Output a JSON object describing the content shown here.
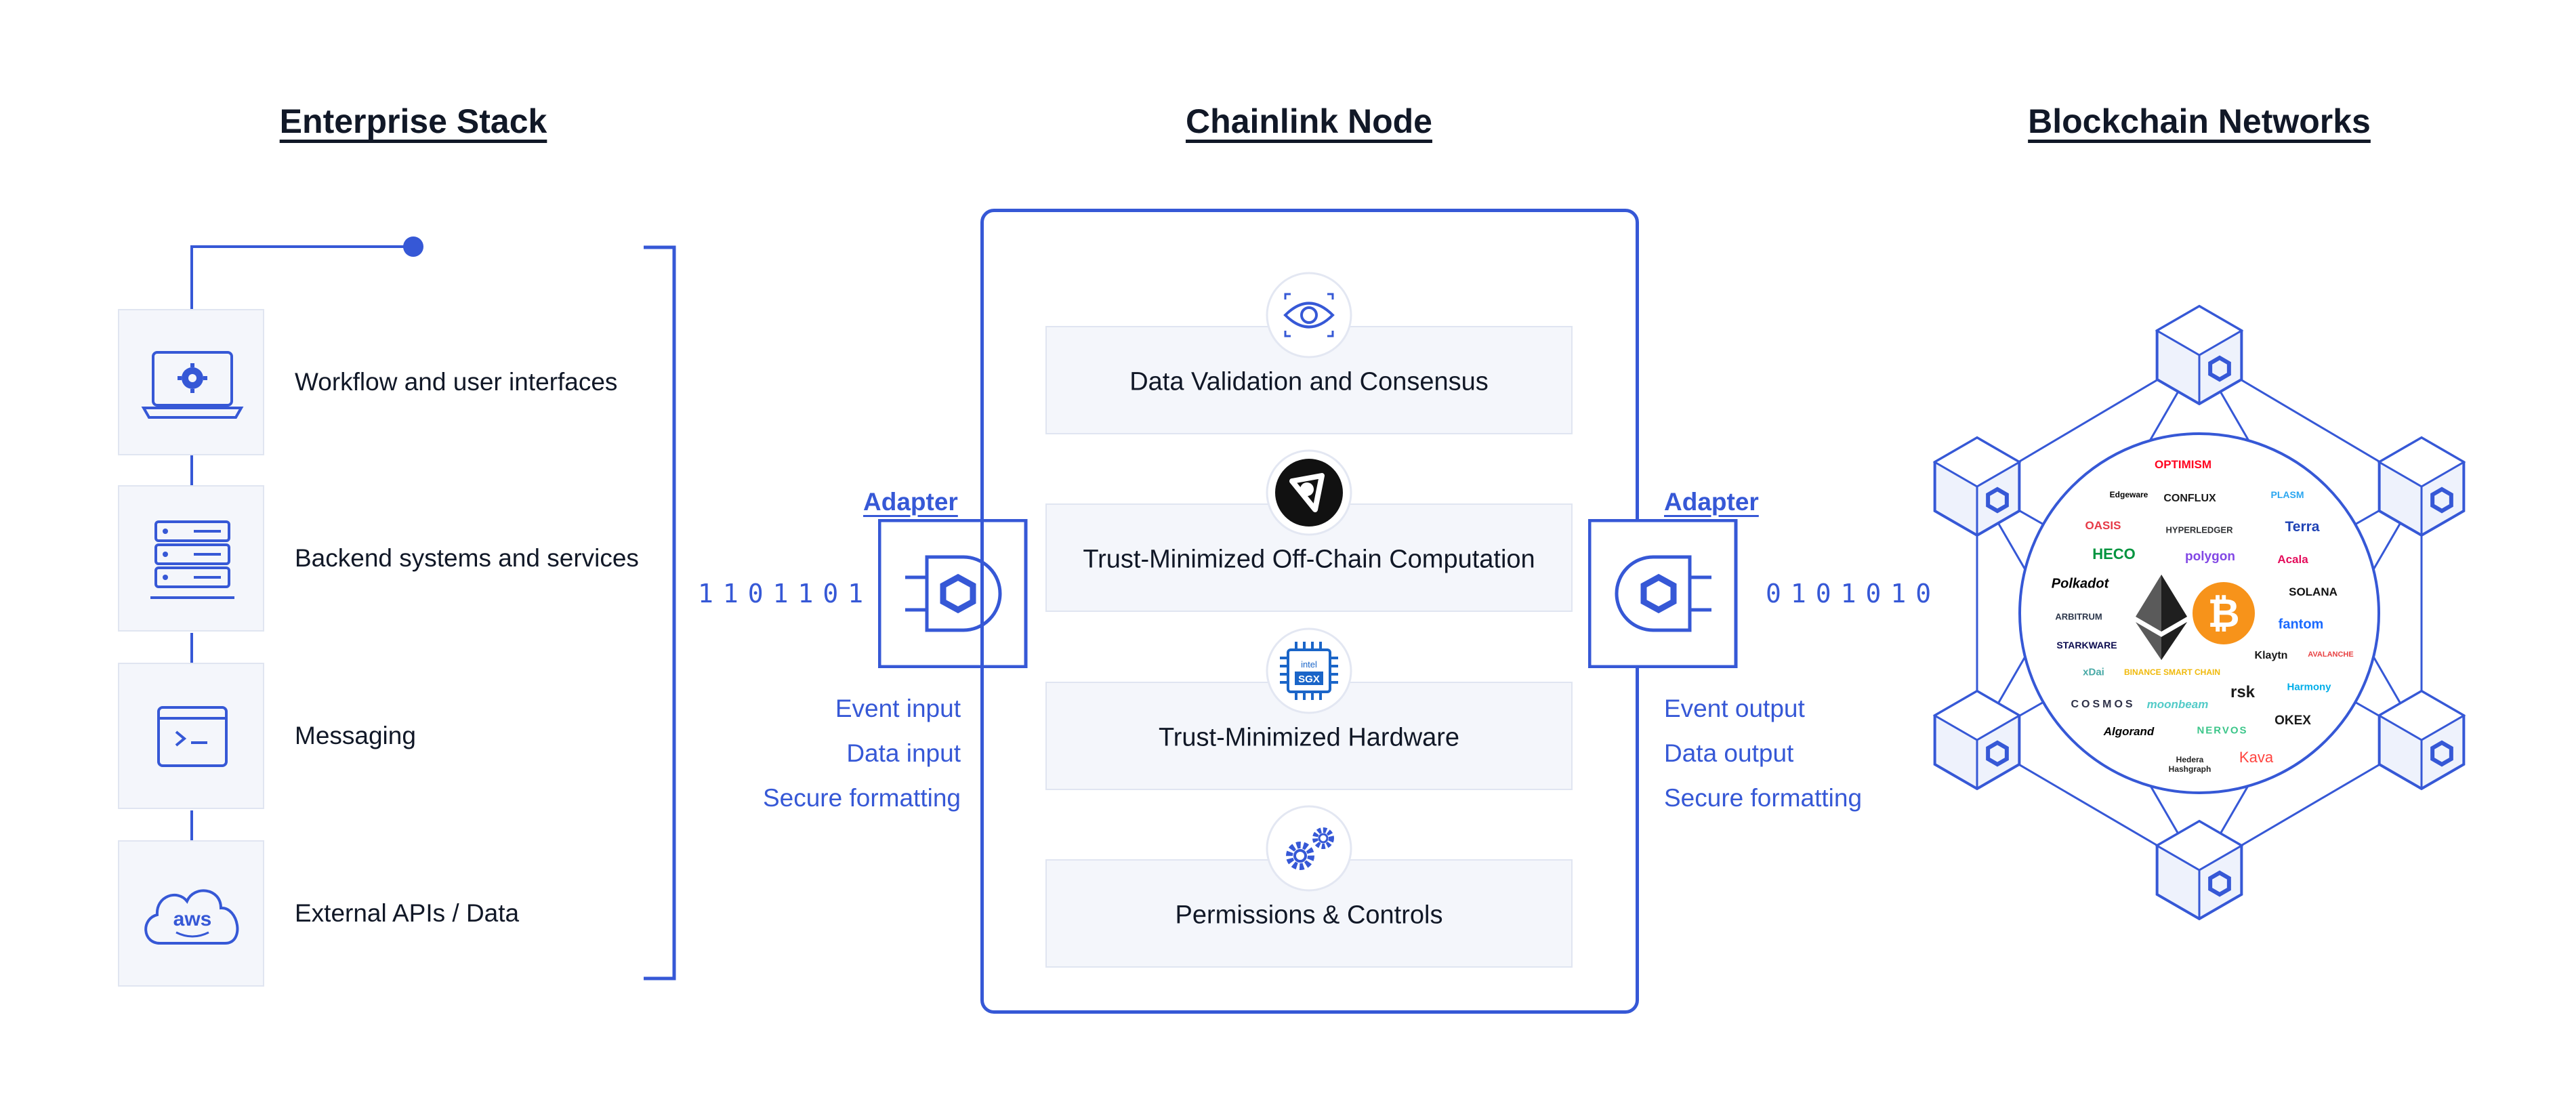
{
  "columns": {
    "enterprise": "Enterprise Stack",
    "node": "Chainlink Node",
    "blockchain": "Blockchain Networks"
  },
  "enterprise_stack": {
    "items": [
      {
        "label": "Workflow and user interfaces",
        "icon": "laptop-gear-icon"
      },
      {
        "label": "Backend systems and services",
        "icon": "server-rack-icon"
      },
      {
        "label": "Messaging",
        "icon": "terminal-window-icon"
      },
      {
        "label": "External APIs / Data",
        "icon": "aws-cloud-icon",
        "icon_text": "aws"
      }
    ]
  },
  "chainlink_node": {
    "layers": [
      {
        "label": "Data Validation and Consensus",
        "icon": "eye-icon"
      },
      {
        "label": "Trust-Minimized Off-Chain Computation",
        "icon": "computation-logo-icon"
      },
      {
        "label": "Trust-Minimized Hardware",
        "icon": "intel-sgx-chip-icon",
        "icon_text_1": "intel",
        "icon_text_2": "SGX"
      },
      {
        "label": "Permissions & Controls",
        "icon": "gears-icon"
      }
    ]
  },
  "input_adapter": {
    "title": "Adapter",
    "bits": "1101101",
    "items": [
      "Event input",
      "Data input",
      "Secure formatting"
    ]
  },
  "output_adapter": {
    "title": "Adapter",
    "bits": "0101010",
    "items": [
      "Event output",
      "Data output",
      "Secure formatting"
    ]
  },
  "blockchain_networks": {
    "logos": [
      {
        "text": "OPTIMISM",
        "color": "#ff0420"
      },
      {
        "text": "Edgeware",
        "color": "#000000"
      },
      {
        "text": "CONFLUX",
        "color": "#1a1a1a"
      },
      {
        "text": "PLASM",
        "color": "#2aa6f0"
      },
      {
        "text": "OASIS",
        "color": "#e63946"
      },
      {
        "text": "HYPERLEDGER",
        "color": "#2f3134"
      },
      {
        "text": "Terra",
        "color": "#2043b5"
      },
      {
        "text": "HECO",
        "color": "#01943f"
      },
      {
        "text": "polygon",
        "color": "#8247e5"
      },
      {
        "text": "Acala",
        "color": "#e40c5b"
      },
      {
        "text": "Polkadot",
        "color": "#000000"
      },
      {
        "text": "SOLANA",
        "color": "#111111"
      },
      {
        "text": "ARBITRUM",
        "color": "#2d374b"
      },
      {
        "text": "fantom",
        "color": "#1969ff"
      },
      {
        "text": "STARKWARE",
        "color": "#0c0c4f"
      },
      {
        "text": "Klaytn",
        "color": "#1a1a1a"
      },
      {
        "text": "AVALANCHE",
        "color": "#e84142"
      },
      {
        "text": "xDai",
        "color": "#48a9a6"
      },
      {
        "text": "BINANCE SMART CHAIN",
        "color": "#f0b90b"
      },
      {
        "text": "rsk",
        "color": "#1a1a1a"
      },
      {
        "text": "Harmony",
        "color": "#00aee9"
      },
      {
        "text": "COSMOS",
        "color": "#2e3148"
      },
      {
        "text": "moonbeam",
        "color": "#53cbc8"
      },
      {
        "text": "OKEX",
        "color": "#1a1a1a"
      },
      {
        "text": "Algorand",
        "color": "#000000"
      },
      {
        "text": "NERVOS",
        "color": "#3cc68a"
      },
      {
        "text": "Hedera Hashgraph",
        "color": "#222222"
      },
      {
        "text": "Kava",
        "color": "#ff433e"
      }
    ],
    "bitcoin_symbol": "₿",
    "ethereum": "ethereum-diamond-icon"
  },
  "colors": {
    "accent": "#3658d6",
    "panel": "#f4f6fb",
    "panel_border": "#e0e5f1",
    "bitcoin": "#f7931a"
  }
}
